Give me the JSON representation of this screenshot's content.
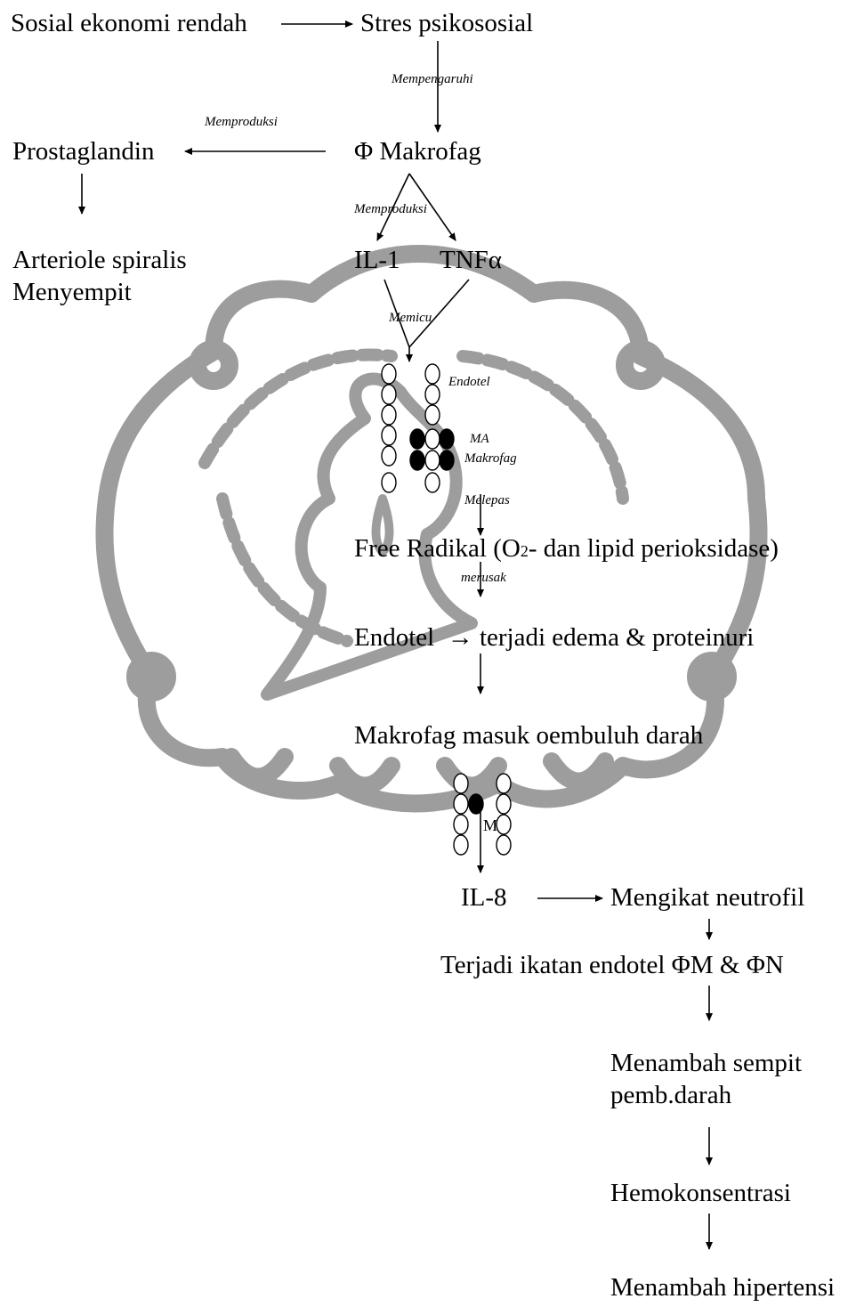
{
  "nodes": {
    "sosial": "Sosial ekonomi rendah",
    "stres": "Stres psikososial",
    "prostaglandin": "Prostaglandin",
    "makrofag": "Φ Makrofag",
    "arteriole_1": "Arteriole spiralis",
    "arteriole_2": "Menyempit",
    "il1": "IL-1",
    "tnf": "TNFα",
    "endotel_label": "Endotel",
    "ma_label": "MA",
    "ma_makrofag_label": "Makrofag",
    "free_radikal_pre": "Free Radikal (O",
    "free_radikal_sub": "2",
    "free_radikal_post": "- dan lipid perioksidase)",
    "endotel_edema_a": "Endotel",
    "endotel_edema_arrow": "→",
    "endotel_edema_b": "terjadi edema & proteinuri",
    "makrofag_masuk": "Makrofag masuk oembuluh darah",
    "m_label": "M",
    "il8": "IL-8",
    "neutrofil": "Mengikat neutrofil",
    "ikatan": "Terjadi ikatan endotel ΦM & ΦN",
    "sempit_1": "Menambah sempit",
    "sempit_2": "pemb.darah",
    "hemo": "Hemokonsentrasi",
    "hipertensi": "Menambah hipertensi"
  },
  "edges": {
    "mempengaruhi": "Mempengaruhi",
    "memproduksi_1": "Memproduksi",
    "memproduksi_2": "Memproduksi",
    "memicu": "Memicu",
    "melepas": "Melepas",
    "merusak": "merusak"
  },
  "colors": {
    "ink": "#000000",
    "watermark": "#8c8c8c"
  }
}
